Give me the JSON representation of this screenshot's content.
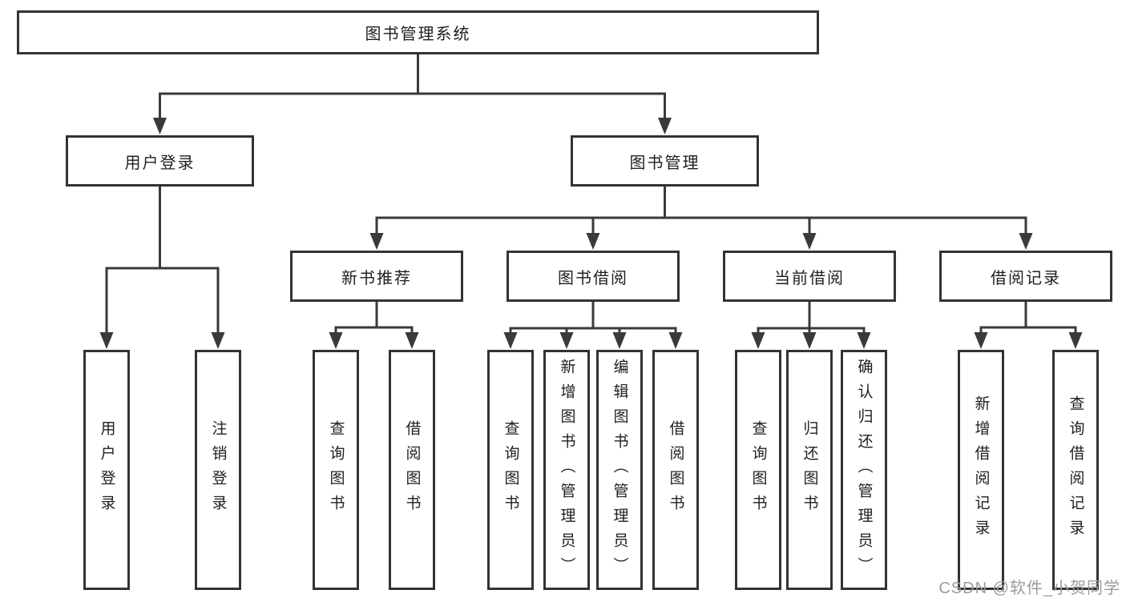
{
  "tree": {
    "root": {
      "label": "图书管理系统",
      "children": [
        {
          "label": "用户登录",
          "children": [
            {
              "label": "用户登录"
            },
            {
              "label": "注销登录"
            }
          ]
        },
        {
          "label": "图书管理",
          "children": [
            {
              "label": "新书推荐",
              "children": [
                {
                  "label": "查询图书"
                },
                {
                  "label": "借阅图书"
                }
              ]
            },
            {
              "label": "图书借阅",
              "children": [
                {
                  "label": "查询图书"
                },
                {
                  "label": "新增图书（管理员）"
                },
                {
                  "label": "编辑图书（管理员）"
                },
                {
                  "label": "借阅图书"
                }
              ]
            },
            {
              "label": "当前借阅",
              "children": [
                {
                  "label": "查询图书"
                },
                {
                  "label": "归还图书"
                },
                {
                  "label": "确认归还（管理员）"
                }
              ]
            },
            {
              "label": "借阅记录",
              "children": [
                {
                  "label": "新增借阅记录"
                },
                {
                  "label": "查询借阅记录"
                }
              ]
            }
          ]
        }
      ]
    }
  },
  "watermark": {
    "text": "CSDN @软件_小贺同学"
  },
  "colors": {
    "line": "#3a3a3a",
    "box_border": "#333333",
    "box_fill": "#ffffff",
    "text": "#1f1f1f",
    "watermark": "#9c9c9c",
    "background": "#ffffff"
  }
}
